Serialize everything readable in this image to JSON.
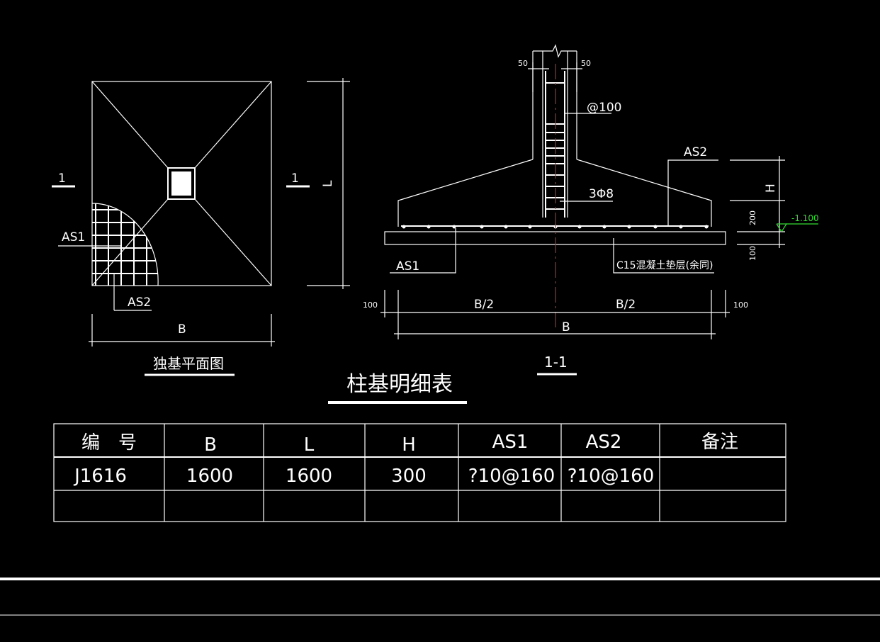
{
  "plan": {
    "title": "独基平面图",
    "section_mark": "1",
    "label_as1": "AS1",
    "label_as2": "AS2",
    "dim_b": "B",
    "dim_l": "L"
  },
  "section": {
    "title": "1-1",
    "dim_50_left": "50",
    "dim_50_right": "50",
    "stirrup": "@100",
    "bars": "3Φ8",
    "label_as1": "AS1",
    "label_as2": "AS2",
    "cushion": "C15混凝土垫层(余同)",
    "dim_h": "H",
    "dim_200": "200",
    "dim_100_vert": "100",
    "elevation": "-1.100",
    "dim_100_left": "100",
    "dim_100_right": "100",
    "dim_b2_left": "B/2",
    "dim_b2_right": "B/2",
    "dim_b": "B"
  },
  "table": {
    "title": "柱基明细表",
    "headers": [
      "编　号",
      "B",
      "L",
      "H",
      "AS1",
      "AS2",
      "备注"
    ],
    "rows": [
      [
        "J1616",
        "1600",
        "1600",
        "300",
        "?10@160",
        "?10@160",
        ""
      ],
      [
        "",
        "",
        "",
        "",
        "",
        "",
        ""
      ]
    ]
  },
  "colors": {
    "background": "#000000",
    "line": "#ffffff",
    "centerline": "#cc2222",
    "elevation": "#33dd33"
  }
}
